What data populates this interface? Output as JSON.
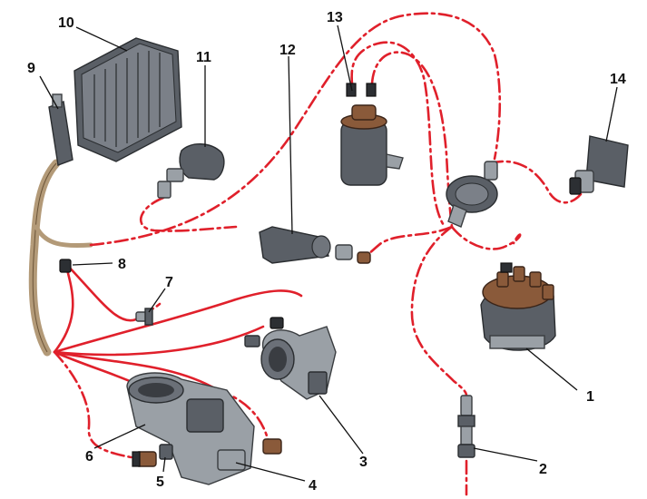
{
  "labels": {
    "l1": "1",
    "l2": "2",
    "l3": "3",
    "l4": "4",
    "l5": "5",
    "l6": "6",
    "l7": "7",
    "l8": "8",
    "l9": "9",
    "l10": "10",
    "l11": "11",
    "l12": "12",
    "l13": "13",
    "l14": "14"
  },
  "colors": {
    "wire": "#e0202b",
    "harness": "#b39a78",
    "metal": "#9aa0a6",
    "dark": "#5a5f66",
    "brown_cap": "#8a5a3a"
  },
  "icons": {
    "distributor": "distributor-icon",
    "oxygen_sensor": "oxygen-sensor-icon",
    "throttle_body": "throttle-body-icon",
    "throttle_sensor": "throttle-position-sensor-icon",
    "coolant_sensor": "coolant-temp-sensor-icon",
    "ecu": "ecu-icon",
    "ignition_coil": "ignition-coil-icon",
    "injector": "injector-icon",
    "map_sensor": "map-sensor-icon"
  }
}
